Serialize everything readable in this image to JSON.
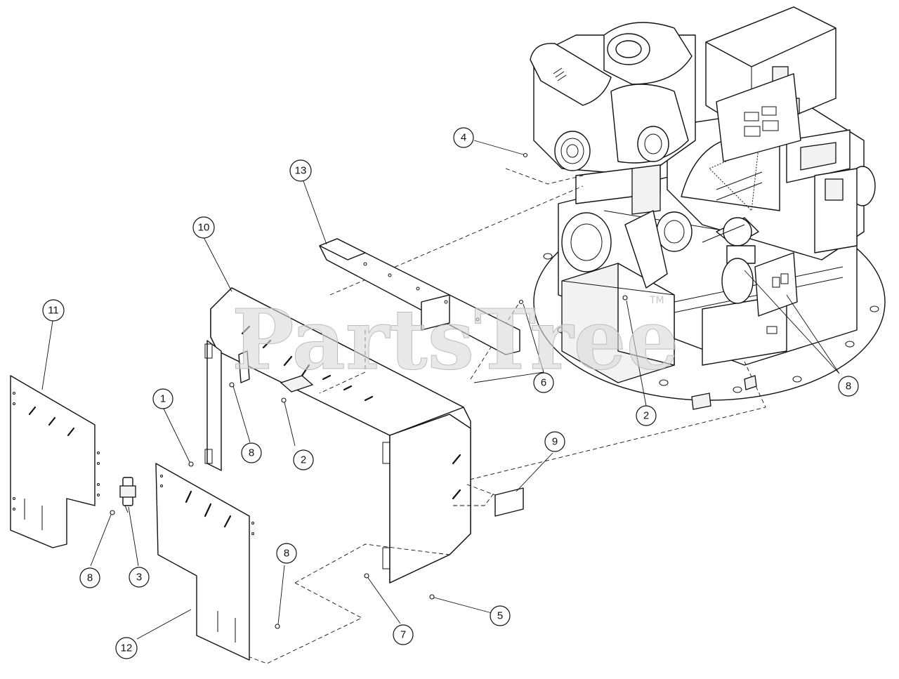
{
  "watermark": {
    "text": "PartsTree",
    "tm": "TM"
  },
  "callouts": [
    {
      "id": "c1",
      "label": "1"
    },
    {
      "id": "c2a",
      "label": "2"
    },
    {
      "id": "c2b",
      "label": "2"
    },
    {
      "id": "c3",
      "label": "3"
    },
    {
      "id": "c4",
      "label": "4"
    },
    {
      "id": "c5",
      "label": "5"
    },
    {
      "id": "c6",
      "label": "6"
    },
    {
      "id": "c7",
      "label": "7"
    },
    {
      "id": "c8a",
      "label": "8"
    },
    {
      "id": "c8b",
      "label": "8"
    },
    {
      "id": "c8c",
      "label": "8"
    },
    {
      "id": "c8d",
      "label": "8"
    },
    {
      "id": "c9",
      "label": "9"
    },
    {
      "id": "c10",
      "label": "10"
    },
    {
      "id": "c11",
      "label": "11"
    },
    {
      "id": "c12",
      "label": "12"
    },
    {
      "id": "c13",
      "label": "13"
    }
  ]
}
